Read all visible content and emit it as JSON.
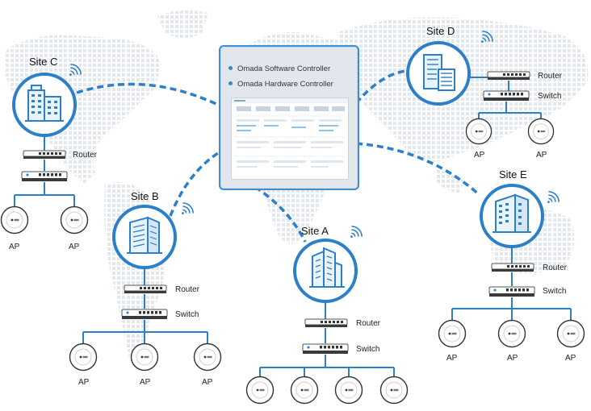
{
  "controller": {
    "items": [
      "Omada Software Controller",
      "Omada Hardware Controller"
    ]
  },
  "sites": {
    "a": "Site A",
    "b": "Site B",
    "c": "Site C",
    "d": "Site D",
    "e": "Site E"
  },
  "devices": {
    "router": "Router",
    "switch": "Switch",
    "ap": "AP"
  },
  "colors": {
    "accent": "#2c7fc9",
    "map": "#e7ebf1",
    "line": "#2c7fc9"
  }
}
